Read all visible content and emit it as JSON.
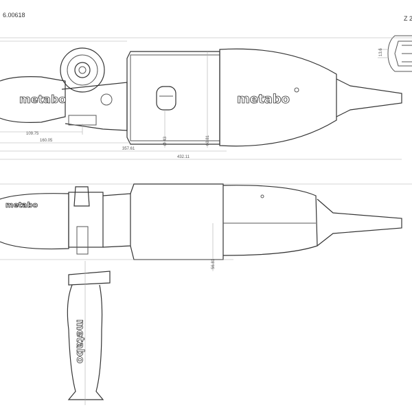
{
  "drawing": {
    "article_number": "6.00618",
    "detail_label": "Z 2",
    "brand_logo": "metabo",
    "dimensions": {
      "d1": "109.75",
      "d2": "160.05",
      "d3": "357.61",
      "d4": "432.11",
      "diameter": "Ø 43",
      "height_top": "60.81",
      "height_side": "56.81",
      "detail_dim": "13.6"
    }
  }
}
